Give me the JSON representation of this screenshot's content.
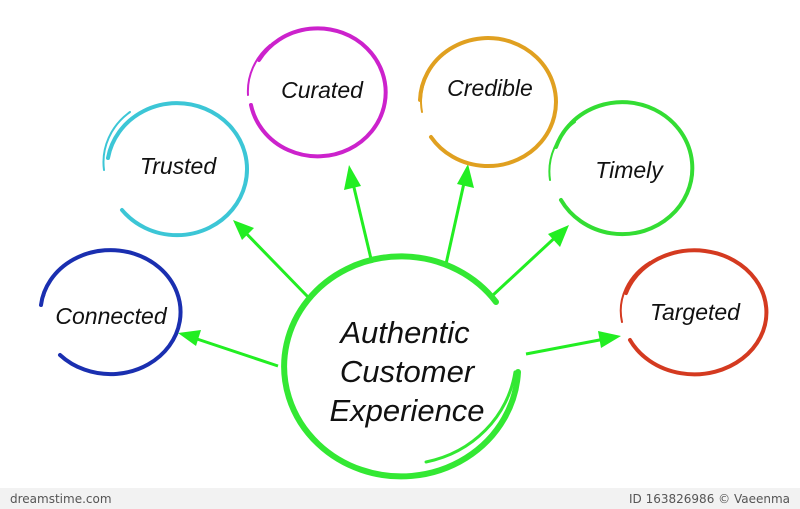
{
  "center": {
    "lines": [
      "Authentic",
      "Customer",
      "Experience"
    ],
    "color": "#33e833"
  },
  "nodes": [
    {
      "id": "connected",
      "label": "Connected",
      "color": "#1a2fb0"
    },
    {
      "id": "trusted",
      "label": "Trusted",
      "color": "#3cc6d6"
    },
    {
      "id": "curated",
      "label": "Curated",
      "color": "#cc22cc"
    },
    {
      "id": "credible",
      "label": "Credible",
      "color": "#e0a020"
    },
    {
      "id": "timely",
      "label": "Timely",
      "color": "#33dd33"
    },
    {
      "id": "targeted",
      "label": "Targeted",
      "color": "#d43a20"
    }
  ],
  "arrow_color": "#22ee22",
  "footer": {
    "brand": "dreamstime.com",
    "id_text": "ID 163826986 © Vaeenma"
  }
}
